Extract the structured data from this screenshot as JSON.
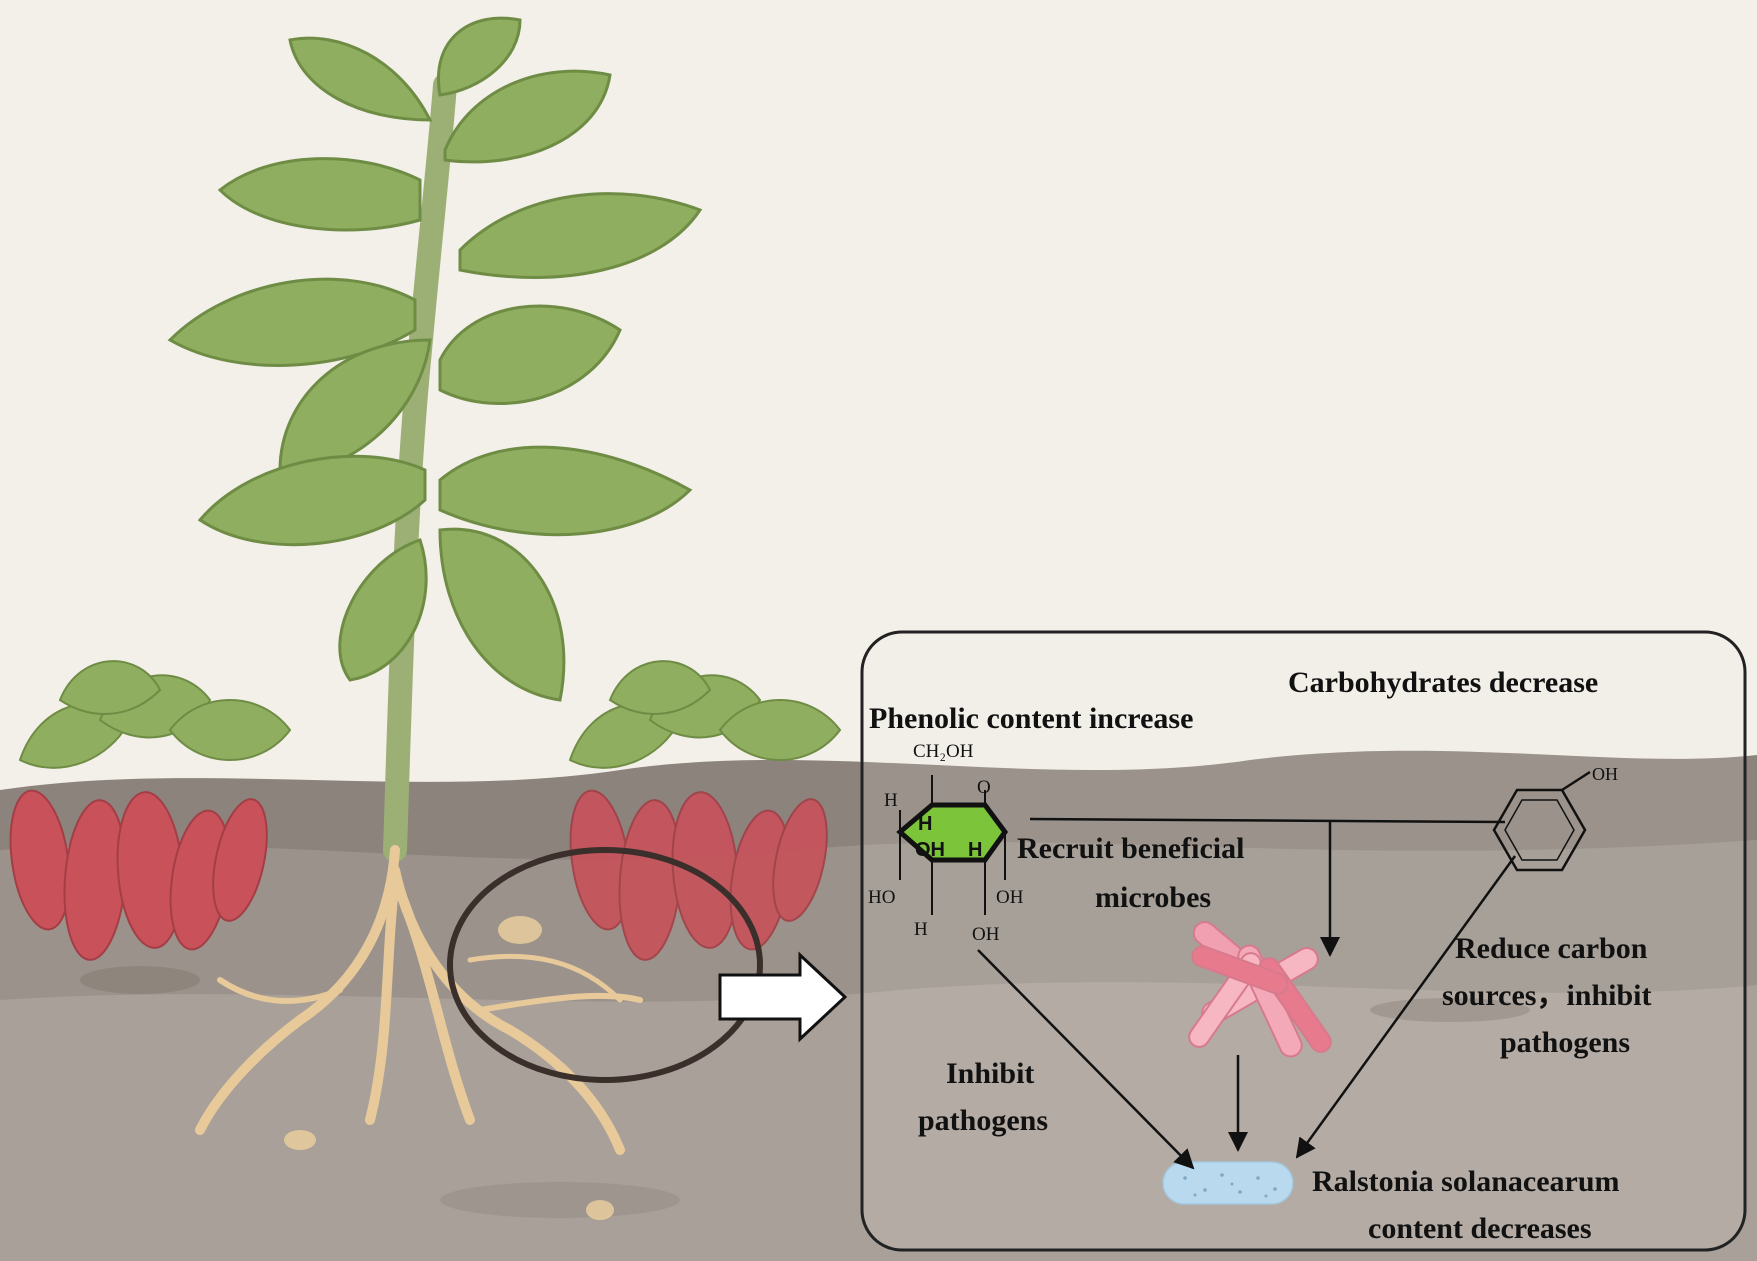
{
  "labels": {
    "carbohydrates": "Carbohydrates decrease",
    "phenolic": "Phenolic content increase",
    "recruit_line1": "Recruit beneficial",
    "recruit_line2": "microbes",
    "reduce_line1": "Reduce carbon",
    "reduce_line2": "sources，inhibit",
    "reduce_line3": "pathogens",
    "inhibit_line1": "Inhibit",
    "inhibit_line2": "pathogens",
    "ralstonia_line1": "Ralstonia solanacearum",
    "ralstonia_line2": "content decreases"
  },
  "glucose": {
    "ch2oh": "CH₂OH",
    "o": "O",
    "h_left": "H",
    "h_inner": "H",
    "oh_inner": "OH",
    "h_right": "H",
    "ho_left": "HO",
    "oh_right": "OH",
    "h_bottom": "H",
    "oh_bottom": "OH"
  },
  "phenol": {
    "oh": "OH"
  },
  "colors": {
    "glucose_fill": "#7cc43a",
    "microbe": "#f0a0b0",
    "pathogen": "#b9d9ee",
    "leaf": "#8fae5f",
    "soil": "#7a706a",
    "tuber": "#c8515a"
  }
}
